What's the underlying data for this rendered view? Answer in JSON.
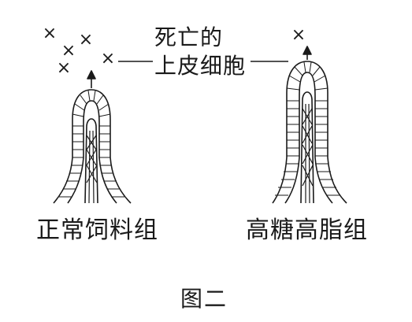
{
  "callout": {
    "line1": "死亡的",
    "line2": "上皮细胞"
  },
  "labels": {
    "normal_group": "正常饲料组",
    "high_group": "高糖高脂组"
  },
  "caption": "图二",
  "marks": {
    "dead_cell_symbol": "×"
  }
}
